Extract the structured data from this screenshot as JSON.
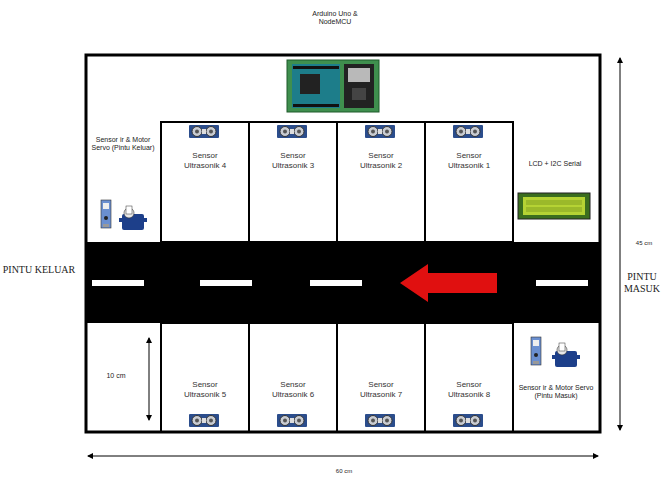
{
  "diagram": {
    "nodes": [
      {
        "text": [
          "Sensor Ultrasonik 4"
        ]
      },
      {
        "text": [
          "Sensor Ultrasonik 3"
        ]
      },
      {
        "text": [
          "Sensor Ultrasonik 2"
        ]
      },
      {
        "text": [
          "Sensor Ultrasonik 1"
        ]
      },
      {
        "text": [
          "Sensor Ultrasonik 5"
        ]
      },
      {
        "text": [
          "Sensor Ultrasonik 6"
        ]
      },
      {
        "text": [
          "Sensor Ultrasonik 7"
        ]
      },
      {
        "text": [
          "Sensor Ultrasonik 8"
        ]
      }
    ],
    "labels": [
      "Arduino Uno & NodeMCU",
      "Sensor ir & Motor Servo (Pintu Keluar)",
      "LCD + I2C Serial",
      "PINTU KELUAR",
      "PINTU MASUK",
      "45 cm",
      "10 cm",
      "Sensor ir & Motor Servo (Pintu Masuk)",
      "60 cm"
    ]
  }
}
